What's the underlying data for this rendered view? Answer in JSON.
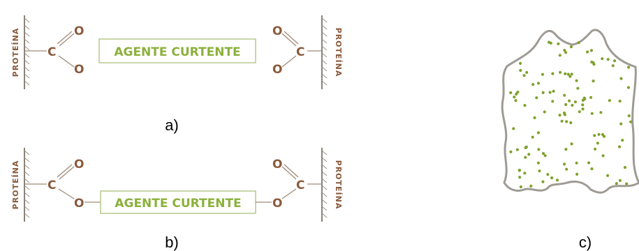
{
  "panel_a": {
    "left_protein": "PROTEÍNA",
    "right_protein": "PROTEÍNA",
    "carbon": "C",
    "oxygen": "O",
    "agent": "AGENTE CURTENTE",
    "caption": "a)"
  },
  "panel_b": {
    "left_protein": "PROTEÍNA",
    "right_protein": "PROTEÍNA",
    "carbon": "C",
    "oxygen": "O",
    "agent": "AGENTE CURTENTE",
    "caption": "b)"
  },
  "panel_c": {
    "caption": "c)",
    "dot_color": "#7fa12e",
    "outline_color": "#9e9a94"
  },
  "colors": {
    "protein_text": "#8a5a3c",
    "agent_text": "#8bb03b",
    "agent_border": "#b5c98a"
  }
}
